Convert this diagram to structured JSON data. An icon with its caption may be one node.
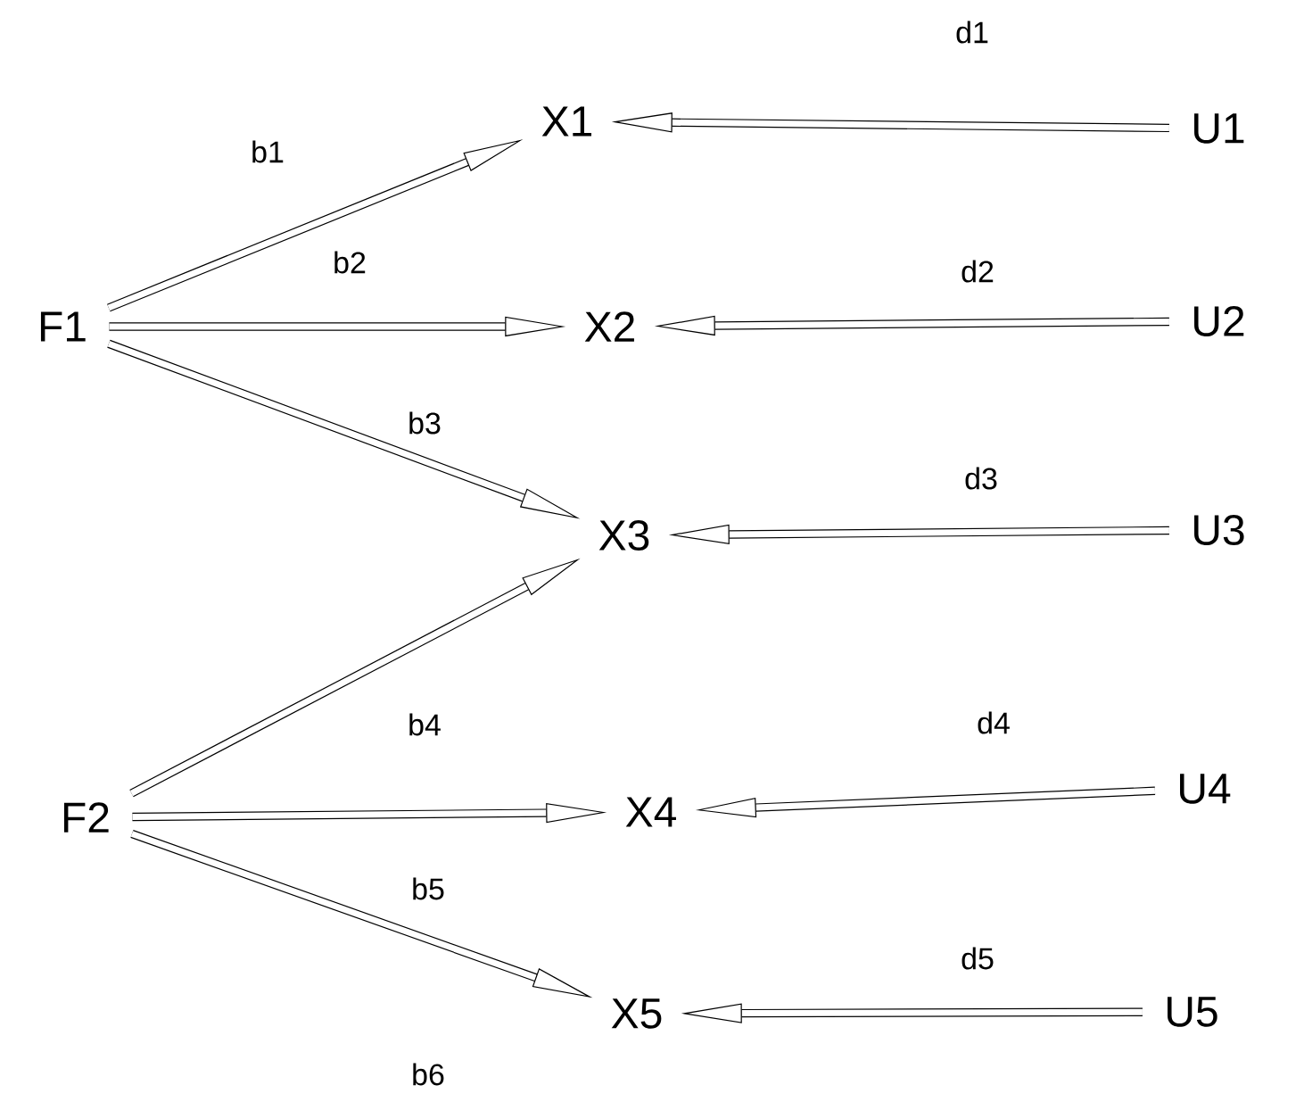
{
  "diagram": {
    "nodes": [
      {
        "text": [
          "F1"
        ]
      },
      {
        "text": [
          "F2"
        ]
      },
      {
        "text": [
          "X1"
        ]
      },
      {
        "text": [
          "X2"
        ]
      },
      {
        "text": [
          "X3"
        ]
      },
      {
        "text": [
          "X4"
        ]
      },
      {
        "text": [
          "X5"
        ]
      },
      {
        "text": [
          "U1"
        ]
      },
      {
        "text": [
          "U2"
        ]
      },
      {
        "text": [
          "U3"
        ]
      },
      {
        "text": [
          "U4"
        ]
      },
      {
        "text": [
          "U5"
        ]
      }
    ],
    "edges": [
      {
        "from": 0,
        "to": 2,
        "arrow": "to",
        "label": "b1"
      },
      {
        "from": 0,
        "to": 3,
        "arrow": "to",
        "label": "b2"
      },
      {
        "from": 0,
        "to": 4,
        "arrow": "to",
        "label": "b3"
      },
      {
        "from": 1,
        "to": 4,
        "arrow": "to",
        "label": "b4"
      },
      {
        "from": 1,
        "to": 5,
        "arrow": "to",
        "label": "b5"
      },
      {
        "from": 1,
        "to": 6,
        "arrow": "to",
        "label": "b6"
      },
      {
        "from": 7,
        "to": 2,
        "arrow": "to",
        "label": "d1"
      },
      {
        "from": 8,
        "to": 3,
        "arrow": "to",
        "label": "d2"
      },
      {
        "from": 9,
        "to": 4,
        "arrow": "to",
        "label": "d3"
      },
      {
        "from": 10,
        "to": 5,
        "arrow": "to",
        "label": "d4"
      },
      {
        "from": 11,
        "to": 6,
        "arrow": "to",
        "label": "d5"
      }
    ]
  }
}
